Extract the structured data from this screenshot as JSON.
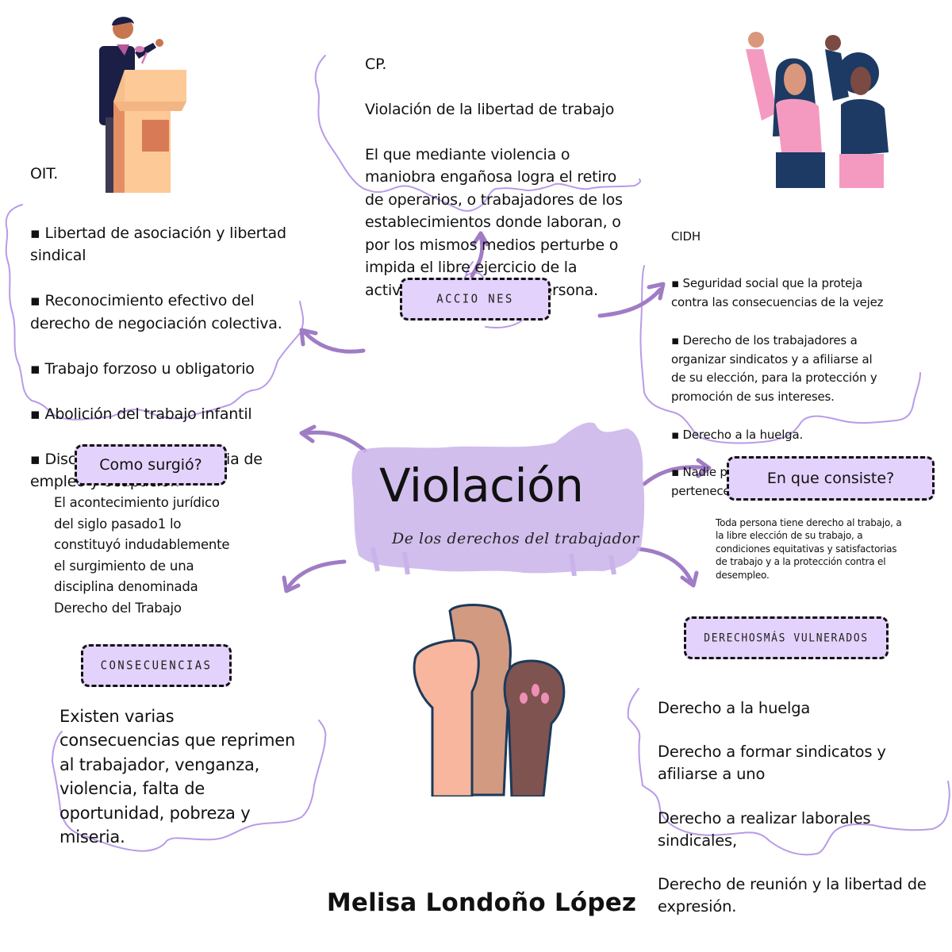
{
  "title": {
    "main": "Violación",
    "subtitle": "De los derechos del trabajador",
    "splash_color": "#c9b3ea"
  },
  "oit": {
    "heading": "OIT.",
    "items": [
      " ▪ Libertad de asociación y libertad\nsindical",
      "▪ Reconocimiento efectivo del\n derecho de negociación colectiva.",
      "   ▪ Trabajo forzoso u obligatorio",
      "    ▪ Abolición del trabajo infantil",
      "   ▪ Discriminación en materia de\nempleo y ocupación"
    ]
  },
  "cp": {
    "heading": "CP.",
    "subheading": " Violación de la libertad de trabajo",
    "body": "El que mediante violencia o\nmaniobra engañosa logra el retiro\nde operarios, o trabajadores de los\nestablecimientos donde laboran, o\npor los mismos medios perturbe o\nimpida el libre ejercicio de la\nactividad de cualquier persona."
  },
  "cidh": {
    "heading": "CIDH",
    "items": [
      "▪ Seguridad social que la proteja\n           contra las consecuencias de la vejez",
      "▪ Derecho de los trabajadores a\norganizar sindicatos y a afiliarse al\nde su elección, para la protección y\npromoción de sus intereses.",
      "▪ Derecho a la huelga.",
      "▪ Nadie podrá ser obligado a\npertenecer a un sindicato"
    ]
  },
  "tags": {
    "acciones": "Accio nes",
    "como_surgio": "Como surgió?",
    "en_que_consiste": "En que consiste?",
    "consecuencias": "Consecuencias",
    "derechos_vulnerados": "Derechosmás vulnerados"
  },
  "como_surgio": {
    "body": "El acontecimiento jurídico\ndel siglo pasado1 lo\nconstituyó indudablemente\nel surgimiento de una\ndisciplina denominada\nDerecho del Trabajo"
  },
  "en_que_consiste": {
    "body": "Toda persona tiene derecho al trabajo, a\nla libre elección de su trabajo, a\ncondiciones equitativas y satisfactorias\nde trabajo y a la protección contra el\ndesempleo."
  },
  "consecuencias": {
    "body": "Existen varias\nconsecuencias que reprimen\nal trabajador, venganza,\nviolencia, falta de\noportunidad, pobreza y\nmiseria."
  },
  "derechos_vulnerados": {
    "items": [
      "Derecho a la huelga",
      "Derecho a formar sindicatos y\nafiliarse a uno",
      "Derecho a realizar laborales\nsindicales,",
      "Derecho de reunión y la libertad de\nexpresión."
    ]
  },
  "author": "Melisa Londoño López",
  "illustrations": {
    "speaker": "speaker-at-podium",
    "women": "two-women-raised-fists",
    "fists": "three-raised-fists"
  },
  "colors": {
    "tag_fill": "#e3d2fb",
    "cloud_stroke": "#b89be8",
    "arrow": "#a07cc5",
    "text": "#111111"
  }
}
